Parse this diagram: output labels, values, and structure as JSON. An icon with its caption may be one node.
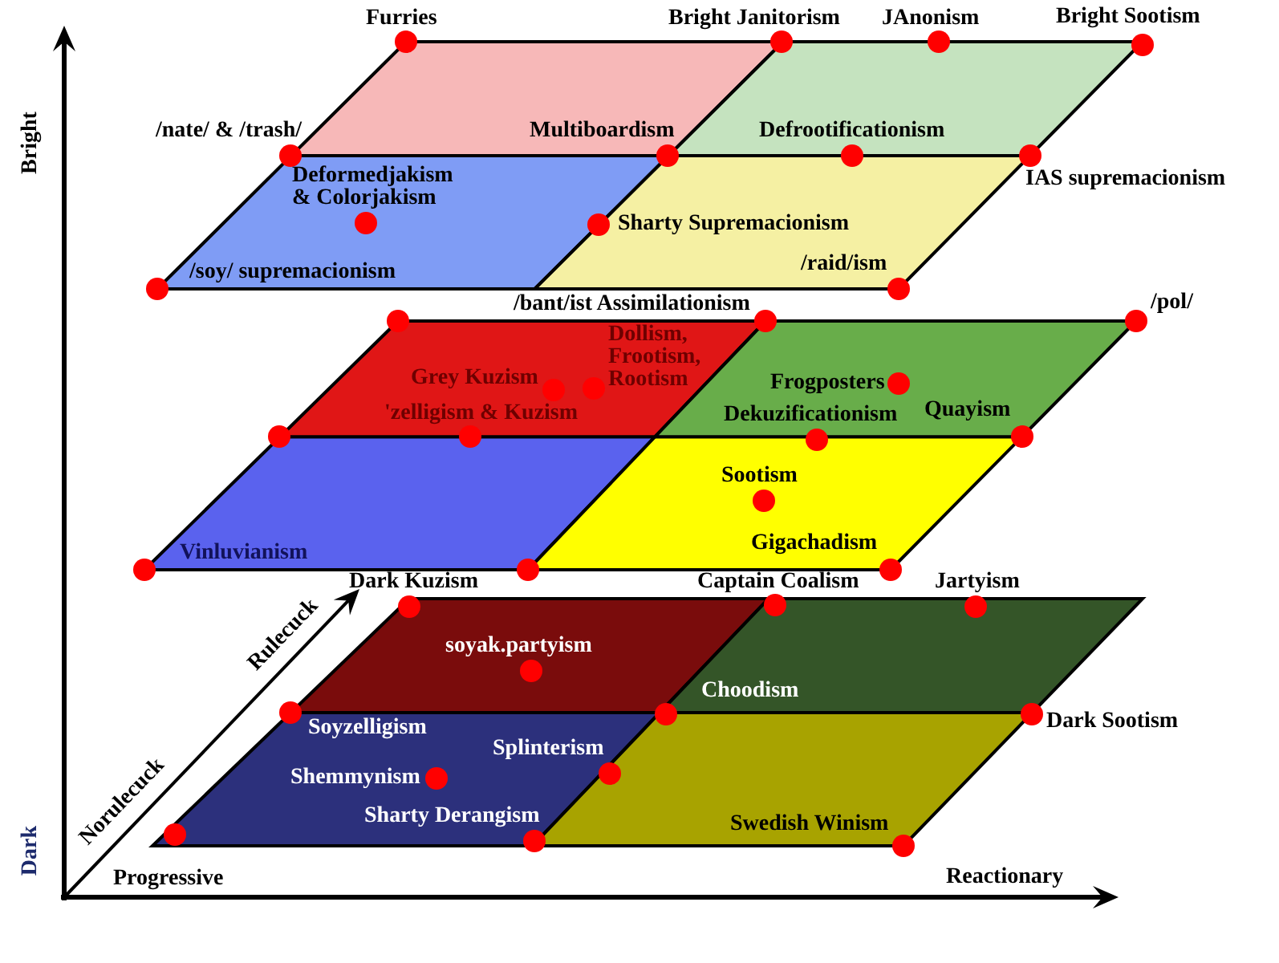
{
  "diagram": {
    "nodes": [
      {
        "text": [],
        "shape": "circle",
        "beside": [
          "Furries"
        ]
      },
      {
        "text": [],
        "shape": "circle",
        "beside": [
          "Bright Janitorism"
        ]
      },
      {
        "text": [],
        "shape": "circle",
        "beside": [
          "JAnonism"
        ]
      },
      {
        "text": [],
        "shape": "circle",
        "beside": [
          "Bright Sootism"
        ]
      },
      {
        "text": [],
        "shape": "circle",
        "beside": [
          "/nate/ & /trash/"
        ]
      },
      {
        "text": [],
        "shape": "circle",
        "beside": [
          "Multiboardism"
        ]
      },
      {
        "text": [],
        "shape": "circle",
        "beside": [
          "Defrootificationism"
        ]
      },
      {
        "text": [],
        "shape": "circle",
        "beside": [
          "IAS supremacionism"
        ]
      },
      {
        "text": [],
        "shape": "circle",
        "beside": [
          "Deformedjakism & Colorjakism"
        ]
      },
      {
        "text": [],
        "shape": "circle",
        "beside": [
          "Sharty Supremacionism"
        ]
      },
      {
        "text": [],
        "shape": "circle",
        "beside": [
          "/soy/ supremacionism"
        ]
      },
      {
        "text": [],
        "shape": "circle",
        "beside": [
          "/raid/ism"
        ]
      },
      {
        "text": [],
        "shape": "circle"
      },
      {
        "text": [],
        "shape": "circle",
        "beside": [
          "/bant/ist Assimilationism"
        ]
      },
      {
        "text": [],
        "shape": "circle",
        "beside": [
          "/pol/"
        ]
      },
      {
        "text": [],
        "shape": "circle",
        "beside": [
          "Dollism, Frootism, Rootism"
        ]
      },
      {
        "text": [],
        "shape": "circle",
        "beside": [
          "Grey Kuzism"
        ]
      },
      {
        "text": [],
        "shape": "circle",
        "beside": [
          "'zelligism & Kuzism"
        ]
      },
      {
        "text": [],
        "shape": "circle"
      },
      {
        "text": [],
        "shape": "circle",
        "beside": [
          "Frogposters"
        ]
      },
      {
        "text": [],
        "shape": "circle",
        "beside": [
          "Dekuzificationism"
        ]
      },
      {
        "text": [],
        "shape": "circle",
        "beside": [
          "Quayism"
        ]
      },
      {
        "text": [],
        "shape": "circle",
        "beside": [
          "Sootism"
        ]
      },
      {
        "text": [],
        "shape": "circle",
        "beside": [
          "Gigachadism"
        ]
      },
      {
        "text": [],
        "shape": "circle",
        "beside": [
          "Vinluvianism"
        ]
      },
      {
        "text": [],
        "shape": "circle"
      },
      {
        "text": [],
        "shape": "circle",
        "beside": [
          "Dark Kuzism"
        ]
      },
      {
        "text": [],
        "shape": "circle",
        "beside": [
          "Captain Coalism"
        ]
      },
      {
        "text": [],
        "shape": "circle",
        "beside": [
          "Jartyism"
        ]
      },
      {
        "text": [],
        "shape": "circle",
        "beside": [
          "soyak.partyism"
        ]
      },
      {
        "text": [],
        "shape": "circle",
        "beside": [
          "Soyzelligism"
        ]
      },
      {
        "text": [],
        "shape": "circle",
        "beside": [
          "Choodism"
        ]
      },
      {
        "text": [],
        "shape": "circle",
        "beside": [
          "Dark Sootism"
        ]
      },
      {
        "text": [],
        "shape": "circle",
        "beside": [
          "Shemmynism"
        ]
      },
      {
        "text": [],
        "shape": "circle",
        "beside": [
          "Splinterism"
        ]
      },
      {
        "text": [],
        "shape": "circle"
      },
      {
        "text": [],
        "shape": "circle",
        "beside": [
          "Sharty Derangism"
        ]
      },
      {
        "text": [],
        "shape": "circle",
        "beside": [
          "Swedish Winism"
        ]
      }
    ],
    "labels": [
      "Bright",
      "Rulecuck",
      "Norulecuck",
      "Dark",
      "Progressive",
      "Reactionary"
    ]
  }
}
